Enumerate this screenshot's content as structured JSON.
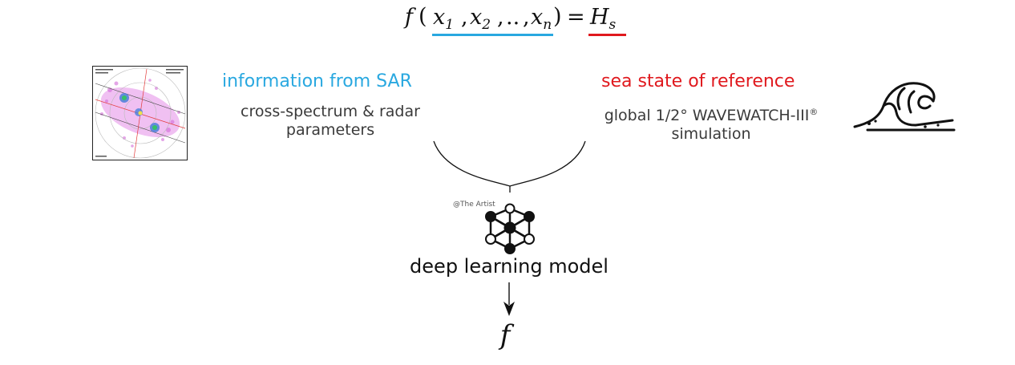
{
  "equation": {
    "func": "f",
    "x1": "x",
    "x1_sub": "1",
    "x2": "x",
    "x2_sub": "2",
    "dots": "..",
    "xn": "x",
    "xn_sub": "n",
    "equals": "=",
    "target": "H",
    "target_sub": "s"
  },
  "sar": {
    "title": "information from SAR",
    "desc_line1": "cross-spectrum & radar",
    "desc_line2": "parameters"
  },
  "reference": {
    "title": "sea state of reference",
    "desc_line1": "global 1/2° WAVEWATCH-III",
    "desc_mark": "®",
    "desc_line2": "simulation"
  },
  "model": {
    "label": "deep learning model",
    "icon_credit": "@The Artist"
  },
  "output": {
    "symbol": "f"
  },
  "icons": {
    "sar_spectrum": "cross-spectrum-thumbnail",
    "wave": "wave-icon",
    "network": "neural-network-icon"
  },
  "colors": {
    "sar_accent": "#29a8e0",
    "reference_accent": "#e0191e"
  }
}
